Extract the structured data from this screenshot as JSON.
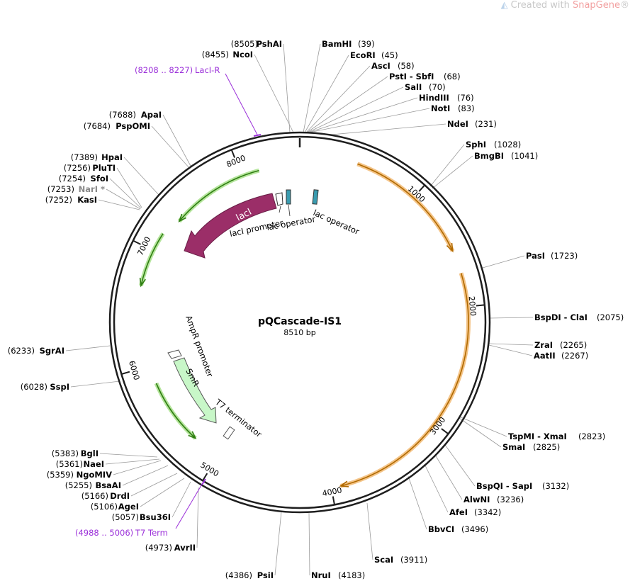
{
  "brand": {
    "prefix": "Created with ",
    "name": "SnapGene",
    "mark": "®"
  },
  "plasmid": {
    "name": "pQCascade-IS1",
    "size_label": "8510 bp"
  },
  "ruler": {
    "ticks": [
      {
        "label": "1000",
        "pos": 1000
      },
      {
        "label": "2000",
        "pos": 2000
      },
      {
        "label": "3000",
        "pos": 3000
      },
      {
        "label": "4000",
        "pos": 4000
      },
      {
        "label": "5000",
        "pos": 5000
      },
      {
        "label": "6000",
        "pos": 6000
      },
      {
        "label": "7000",
        "pos": 7000
      },
      {
        "label": "8000",
        "pos": 8000
      }
    ]
  },
  "sites": [
    {
      "name": "PshAI",
      "pos": "(8505)"
    },
    {
      "name": "NcoI",
      "pos": "(8455)"
    },
    {
      "name": "BamHI",
      "pos": "(39)"
    },
    {
      "name": "EcoRI",
      "pos": "(45)"
    },
    {
      "name": "AscI",
      "pos": "(58)"
    },
    {
      "name": "PstI",
      "name2": "SbfI",
      "pos": "(68)"
    },
    {
      "name": "SalI",
      "pos": "(70)"
    },
    {
      "name": "HindIII",
      "pos": "(76)"
    },
    {
      "name": "NotI",
      "pos": "(83)"
    },
    {
      "name": "NdeI",
      "pos": "(231)"
    },
    {
      "name": "SphI",
      "pos": "(1028)"
    },
    {
      "name": "BmgBI",
      "pos": "(1041)"
    },
    {
      "name": "PasI",
      "pos": "(1723)"
    },
    {
      "name": "BspDI",
      "name2": "ClaI",
      "pos": "(2075)"
    },
    {
      "name": "ZraI",
      "pos": "(2265)"
    },
    {
      "name": "AatII",
      "pos": "(2267)"
    },
    {
      "name": "TspMI",
      "name2": "XmaI",
      "pos": "(2823)"
    },
    {
      "name": "SmaI",
      "pos": "(2825)"
    },
    {
      "name": "BspQI",
      "name2": "SapI",
      "pos": "(3132)"
    },
    {
      "name": "AlwNI",
      "pos": "(3236)"
    },
    {
      "name": "AfeI",
      "pos": "(3342)"
    },
    {
      "name": "BbvCI",
      "pos": "(3496)"
    },
    {
      "name": "ScaI",
      "pos": "(3911)"
    },
    {
      "name": "NruI",
      "pos": "(4183)"
    },
    {
      "name": "PsiI",
      "pos": "(4386)"
    },
    {
      "name": "AvrII",
      "pos": "(4973)"
    },
    {
      "name": "Bsu36I",
      "pos": "(5057)"
    },
    {
      "name": "AgeI",
      "pos": "(5106)"
    },
    {
      "name": "DrdI",
      "pos": "(5166)"
    },
    {
      "name": "BsaAI",
      "pos": "(5255)"
    },
    {
      "name": "NgoMIV",
      "pos": "(5359)"
    },
    {
      "name": "NaeI",
      "pos": "(5361)"
    },
    {
      "name": "BglI",
      "pos": "(5383)"
    },
    {
      "name": "SspI",
      "pos": "(6028)"
    },
    {
      "name": "SgrAI",
      "pos": "(6233)"
    },
    {
      "name": "KasI",
      "pos": "(7252)"
    },
    {
      "name": "NarI",
      "suffix": " *",
      "pos": "(7253)"
    },
    {
      "name": "SfoI",
      "pos": "(7254)"
    },
    {
      "name": "PluTI",
      "pos": "(7256)"
    },
    {
      "name": "HpaI",
      "pos": "(7389)"
    },
    {
      "name": "PspOMI",
      "pos": "(7684)"
    },
    {
      "name": "ApaI",
      "pos": "(7688)"
    }
  ],
  "primers": [
    {
      "range": "(8208 .. 8227)",
      "name": "LacI-R"
    },
    {
      "range": "(4988 .. 5006)",
      "name": "T7 Term"
    }
  ],
  "features": {
    "lacI": "lacI",
    "lacI_promoter": "lacI promoter",
    "lac_operator_1": "lac operator",
    "lac_operator_2": "lac operator",
    "AmpR_promoter": "AmpR promoter",
    "SmR": "SmR",
    "T7_terminator": "T7 terminator"
  },
  "colors": {
    "backbone": "#1e1e1e",
    "orange_track": "#f0a830",
    "green_track": "#5ab82f",
    "lacI_fill": "#9b2e68",
    "SmR_fill": "#c8f7c8",
    "operator_fill": "#3a9cb0",
    "primer": "#9b30d9"
  }
}
